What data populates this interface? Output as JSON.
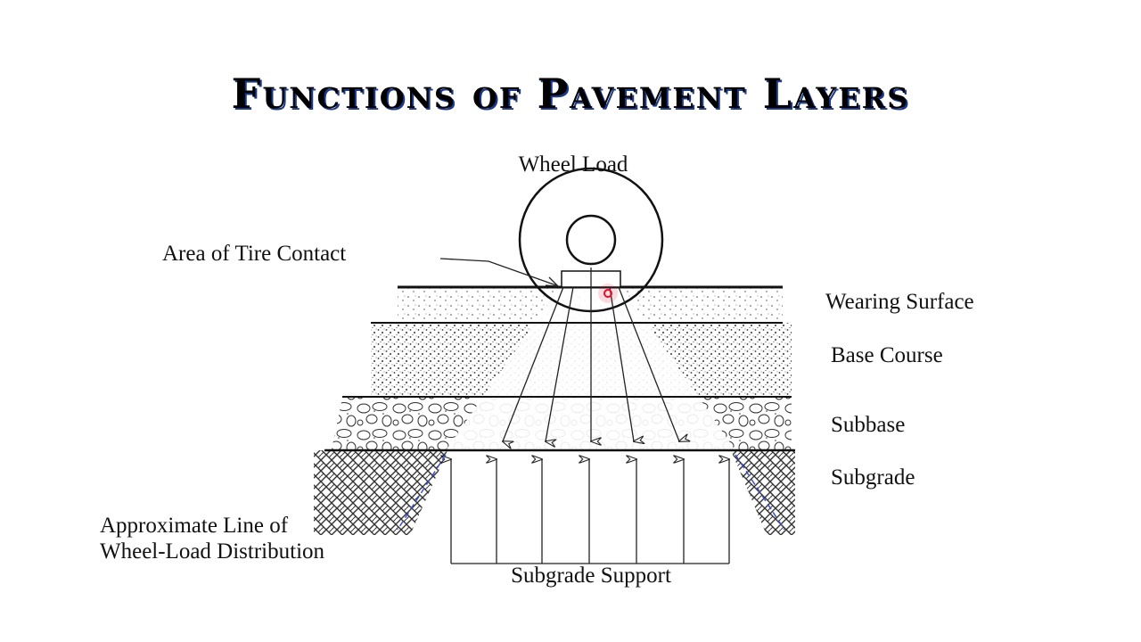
{
  "title": "Functions of Pavement Layers",
  "diagram": {
    "wheel_load": "Wheel Load",
    "tire_contact": "Area of Tire Contact",
    "layers": [
      "Wearing Surface",
      "Base Course",
      "Subbase",
      "Subgrade"
    ],
    "distribution_line_1": "Approximate Line of",
    "distribution_line_2": "Wheel-Load Distribution",
    "subgrade_support": "Subgrade Support",
    "colors": {
      "title_shadow": "#1b3a8a",
      "distribution_line": "#3a4fd0",
      "pointer": "#e0102a"
    }
  }
}
